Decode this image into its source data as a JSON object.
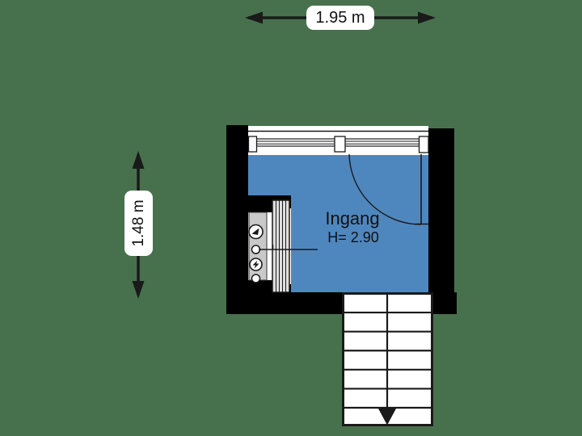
{
  "colors": {
    "background": "#47714D",
    "floor": "#4E87BE",
    "wall": "#000000",
    "panel": "#C9C9C9",
    "door_pack": "#DEDEDE",
    "line": "#1A1A1A",
    "label_bg": "#FFFFFF",
    "text": "#111111"
  },
  "dimensions": {
    "width": {
      "label": "1.95 m"
    },
    "height": {
      "label": "1.48 m"
    }
  },
  "room": {
    "name": "Ingang",
    "ceiling_height": "H= 2.90"
  },
  "stairs": {
    "treads": 7,
    "direction": "down"
  },
  "meter_cupboard": {
    "meters": [
      "gas-meter",
      "electricity-meter"
    ]
  }
}
